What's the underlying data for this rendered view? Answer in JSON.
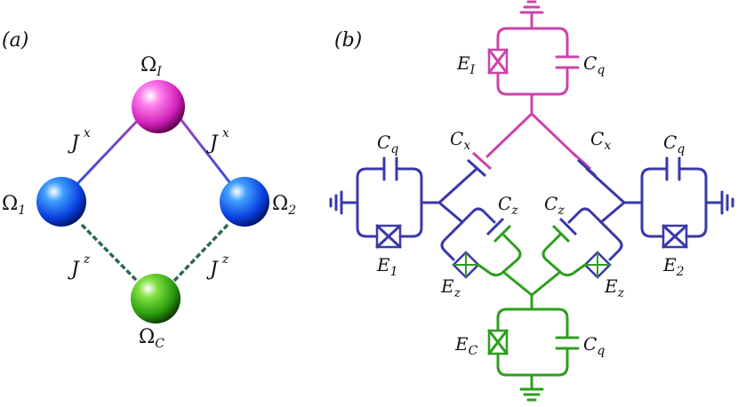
{
  "panels": {
    "a": "(a)",
    "b": "(b)"
  },
  "nodes": {
    "top": {
      "symbol": "Ω",
      "sub": "I",
      "color": "#e040c8"
    },
    "left": {
      "symbol": "Ω",
      "sub": "1",
      "color": "#1450e0"
    },
    "right": {
      "symbol": "Ω",
      "sub": "2",
      "color": "#1450e0"
    },
    "bottom": {
      "symbol": "Ω",
      "sub": "C",
      "color": "#2a9a10"
    }
  },
  "couplings": {
    "upper_left": {
      "symbol": "J",
      "sup": "x"
    },
    "upper_right": {
      "symbol": "J",
      "sup": "x"
    },
    "lower_left": {
      "symbol": "J",
      "sup": "z"
    },
    "lower_right": {
      "symbol": "J",
      "sup": "z"
    }
  },
  "circuit": {
    "colors": {
      "magenta": "#cc44aa",
      "blue": "#3a38a8",
      "green": "#2e9e1e"
    },
    "labels": {
      "e_top": {
        "main": "E",
        "sub": "I"
      },
      "cq_top": {
        "main": "C",
        "sub": "q"
      },
      "cx_left": {
        "main": "C",
        "sub": "x"
      },
      "cx_right": {
        "main": "C",
        "sub": "x"
      },
      "cq_left": {
        "main": "C",
        "sub": "q"
      },
      "cq_right": {
        "main": "C",
        "sub": "q"
      },
      "cz_left": {
        "main": "C",
        "sub": "z"
      },
      "cz_right": {
        "main": "C",
        "sub": "z"
      },
      "e_left": {
        "main": "E",
        "sub": "1"
      },
      "e_right": {
        "main": "E",
        "sub": "2"
      },
      "ez_left": {
        "main": "E",
        "sub": "z"
      },
      "ez_right": {
        "main": "E",
        "sub": "z"
      },
      "e_bottom": {
        "main": "E",
        "sub": "C"
      },
      "cq_bottom": {
        "main": "C",
        "sub": "q"
      }
    }
  }
}
